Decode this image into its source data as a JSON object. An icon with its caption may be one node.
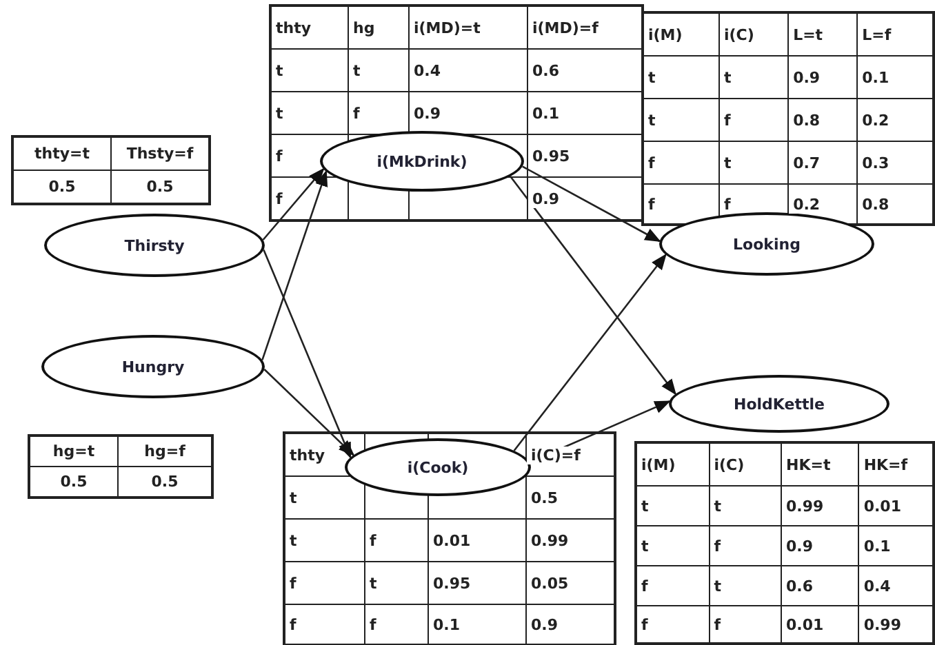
{
  "diagram": {
    "nodes": [
      {
        "text": [
          "Thirsty"
        ]
      },
      {
        "text": [
          "Hungry"
        ]
      },
      {
        "text": [
          "i(MkDrink)"
        ]
      },
      {
        "text": [
          "i(Cook)"
        ]
      },
      {
        "text": [
          "Looking"
        ]
      },
      {
        "text": [
          "HoldKettle"
        ]
      }
    ],
    "edges": [
      {
        "from": 0,
        "to": 2,
        "arrow": "to"
      },
      {
        "from": 0,
        "to": 3,
        "arrow": "to"
      },
      {
        "from": 1,
        "to": 2,
        "arrow": "to"
      },
      {
        "from": 1,
        "to": 3,
        "arrow": "to"
      },
      {
        "from": 2,
        "to": 4,
        "arrow": "to"
      },
      {
        "from": 2,
        "to": 5,
        "arrow": "to"
      },
      {
        "from": 3,
        "to": 4,
        "arrow": "to"
      },
      {
        "from": 3,
        "to": 5,
        "arrow": "to"
      }
    ],
    "labels": [
      "thty",
      "hg",
      "i(MD)=t",
      "i(MD)=f",
      "t",
      "t",
      "0.4",
      "0.6",
      "t",
      "f",
      "0.9",
      "0.1",
      "f",
      "0.95",
      "f",
      "0.9",
      "i(M)",
      "i(C)",
      "L=t",
      "L=f",
      "t",
      "t",
      "0.9",
      "0.1",
      "t",
      "f",
      "0.8",
      "0.2",
      "f",
      "t",
      "0.7",
      "0.3",
      "f",
      "f",
      "0.2",
      "0.8",
      "thty=t",
      "Thsty=f",
      "0.5",
      "0.5",
      "hg=t",
      "hg=f",
      "0.5",
      "0.5",
      "thty",
      "i(C)=f",
      "t",
      "0.5",
      "t",
      "f",
      "0.01",
      "0.99",
      "f",
      "t",
      "0.95",
      "0.05",
      "f",
      "f",
      "0.1",
      "0.9",
      "i(M)",
      "i(C)",
      "HK=t",
      "HK=f",
      "t",
      "t",
      "0.99",
      "0.01",
      "t",
      "f",
      "0.9",
      "0.1",
      "f",
      "t",
      "0.6",
      "0.4",
      "f",
      "f",
      "0.01",
      "0.99"
    ]
  }
}
